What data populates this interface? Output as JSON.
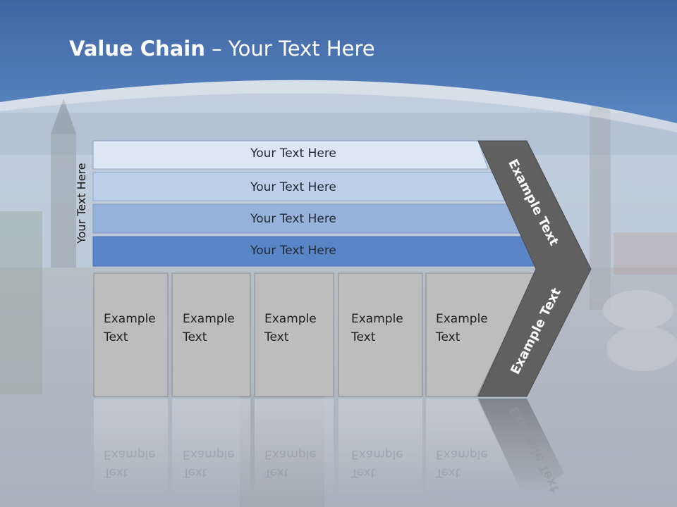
{
  "title": {
    "bold": "Value Chain",
    "rest": " – Your Text Here"
  },
  "side_label": "Your Text Here",
  "bars": [
    {
      "label": "Your Text Here"
    },
    {
      "label": "Your Text Here"
    },
    {
      "label": "Your Text Here"
    },
    {
      "label": "Your Text Here"
    }
  ],
  "boxes": [
    {
      "line1": "Example",
      "line2": "Text"
    },
    {
      "line1": "Example",
      "line2": "Text"
    },
    {
      "line1": "Example",
      "line2": "Text"
    },
    {
      "line1": "Example",
      "line2": "Text"
    },
    {
      "line1": "Example",
      "line2": "Text"
    }
  ],
  "chevron_upper": "Example Text",
  "chevron_lower": "Example Text",
  "colors": {
    "header_blue": "#4a76b5",
    "bar1": "#dde6f3",
    "bar2": "#bdd0ea",
    "bar3": "#97b3dc",
    "bar4": "#5a86c8",
    "box_gray": "#bdbdbd",
    "chevron_dark": "#606060"
  }
}
